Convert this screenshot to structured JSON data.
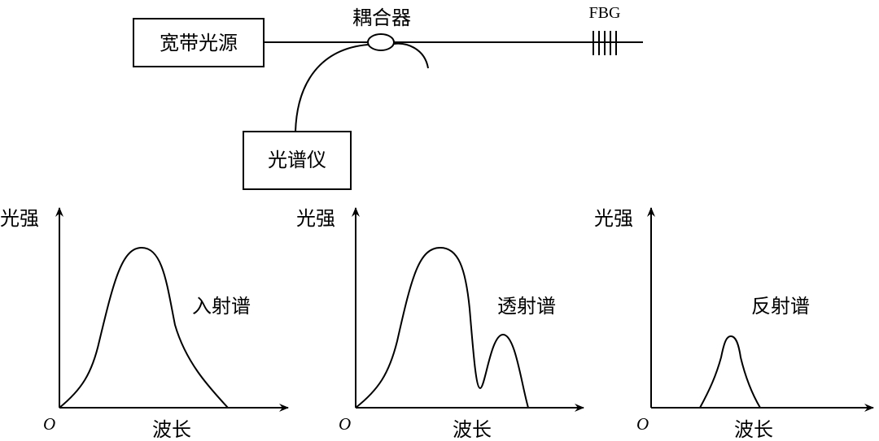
{
  "setup": {
    "source_label": "宽带光源",
    "coupler_label": "耦合器",
    "grating_label": "FBG",
    "analyzer_label": "光谱仪"
  },
  "plots": [
    {
      "y_label": "光强",
      "x_label": "波长",
      "origin_label": "O",
      "curve_label": "入射谱"
    },
    {
      "y_label": "光强",
      "x_label": "波长",
      "origin_label": "O",
      "curve_label": "透射谱"
    },
    {
      "y_label": "光强",
      "x_label": "波长",
      "origin_label": "O",
      "curve_label": "反射谱"
    }
  ]
}
